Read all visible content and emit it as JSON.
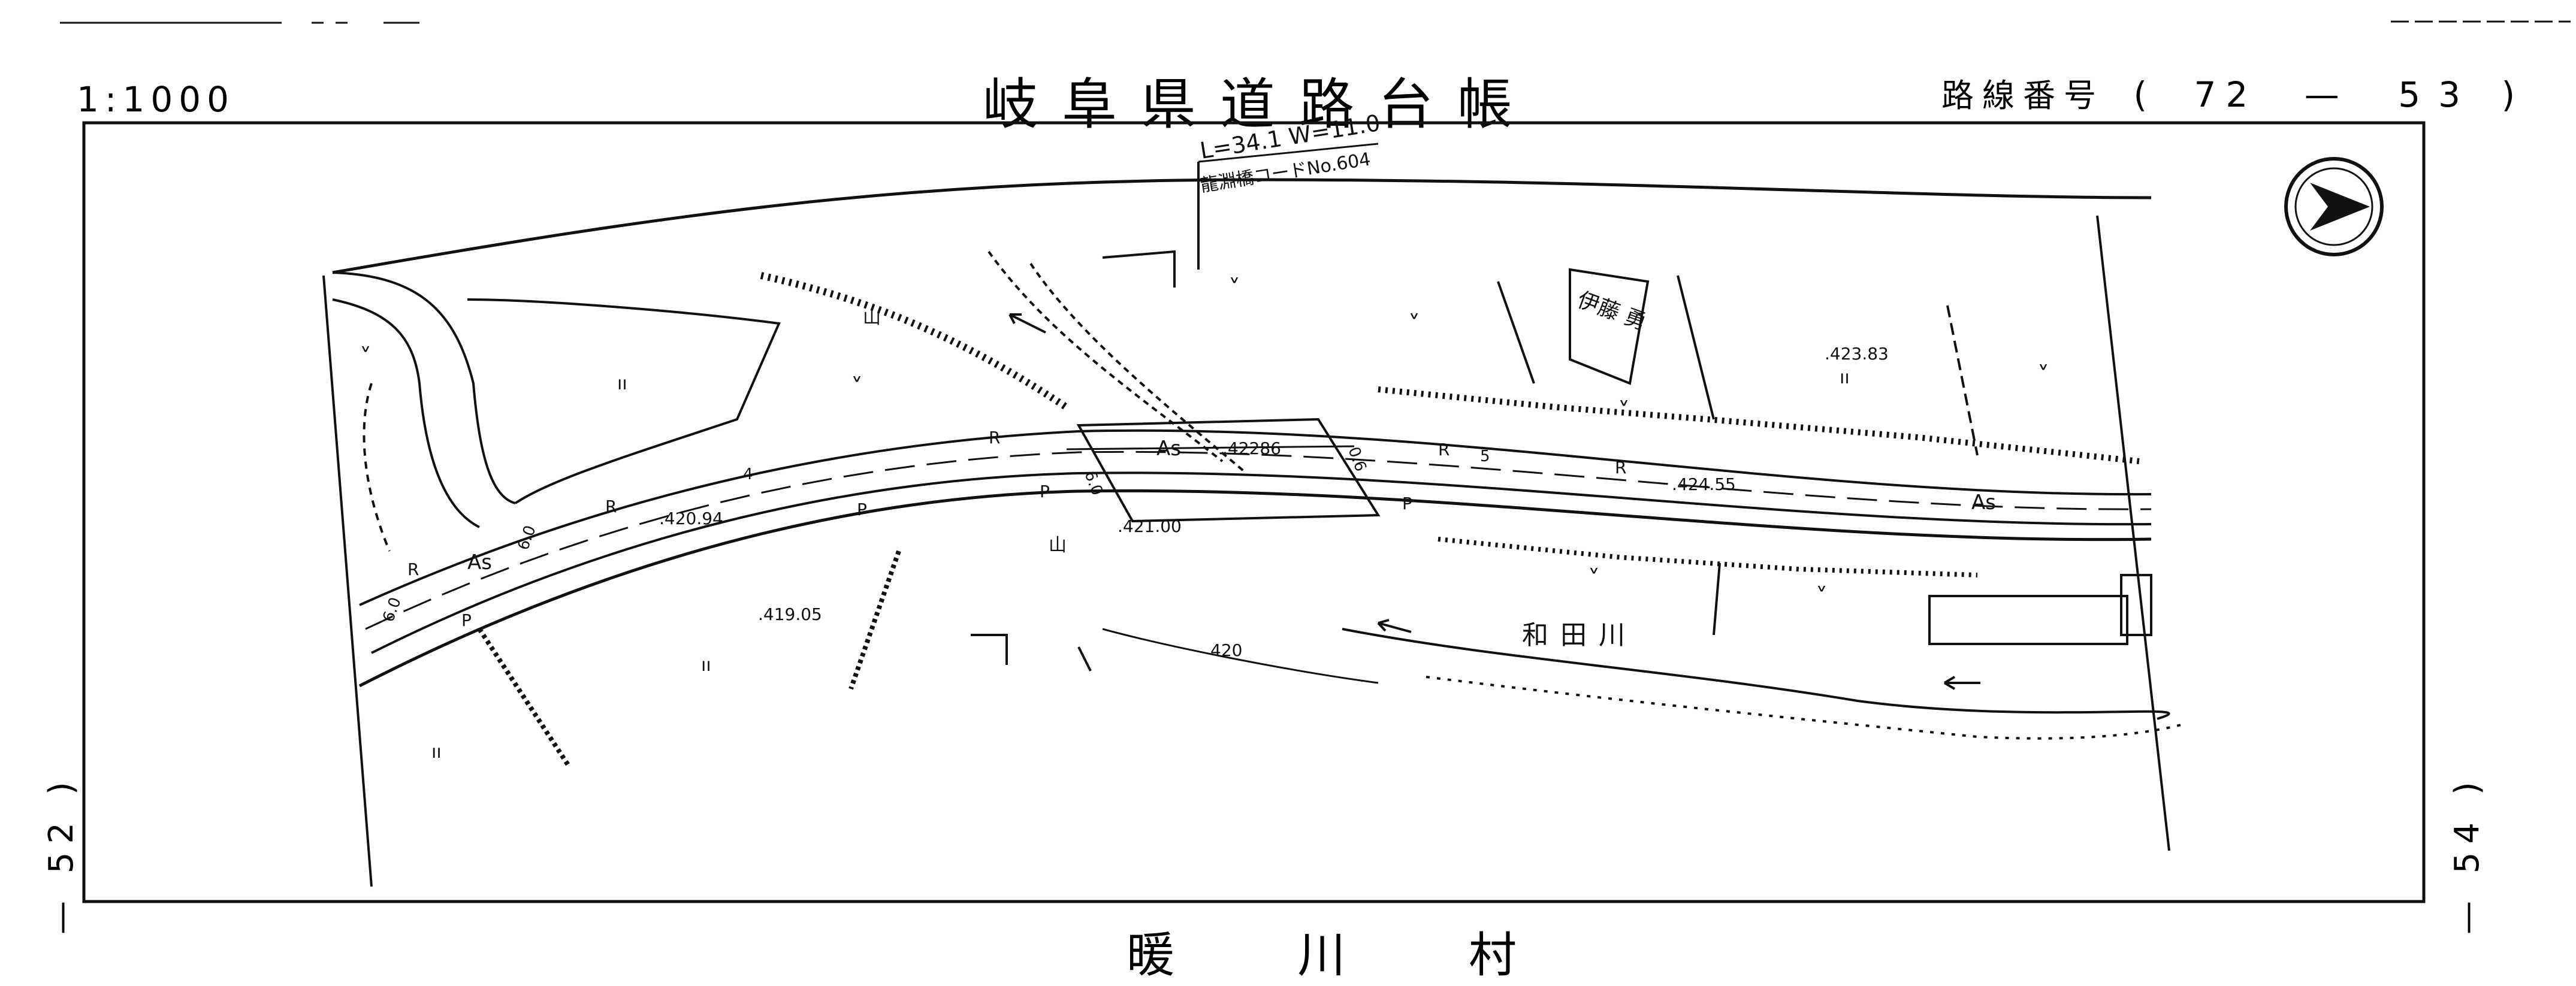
{
  "header": {
    "title": "岐阜県道路台帳",
    "scale": "1:1000",
    "route_label": "路線番号",
    "route_open": "(",
    "route_no_1": "72",
    "route_dash": "—",
    "route_no_2": "53",
    "route_close": ")"
  },
  "sheet_refs": {
    "left": "— 52 )",
    "right": "— 54 )"
  },
  "bridge": {
    "dims": "L=34.1 W=11.0",
    "code": "龍淵橋コードNo.604"
  },
  "labels": {
    "owner": "伊藤 勇",
    "river": "和田川",
    "village": "暖 川 村"
  },
  "elevations": {
    "e1": ".423.83",
    "e2": ".42286",
    "e3": ".424.55",
    "e4": ".420.94",
    "e5": ".421.00",
    "e6": ".419.05",
    "contour": "420"
  },
  "road_symbols": {
    "asphalt": "As",
    "retaining": "R",
    "pavement_edge": "P",
    "width_a": "6.0",
    "width_b": "6.0",
    "width_c": "6.0",
    "width_d": "0.6",
    "num4": "4",
    "num5": "5"
  },
  "land_use": {
    "field": "˅",
    "paddy": "ıı",
    "forest": "山"
  },
  "colors": {
    "ink": "#111111",
    "paper": "#ffffff"
  }
}
